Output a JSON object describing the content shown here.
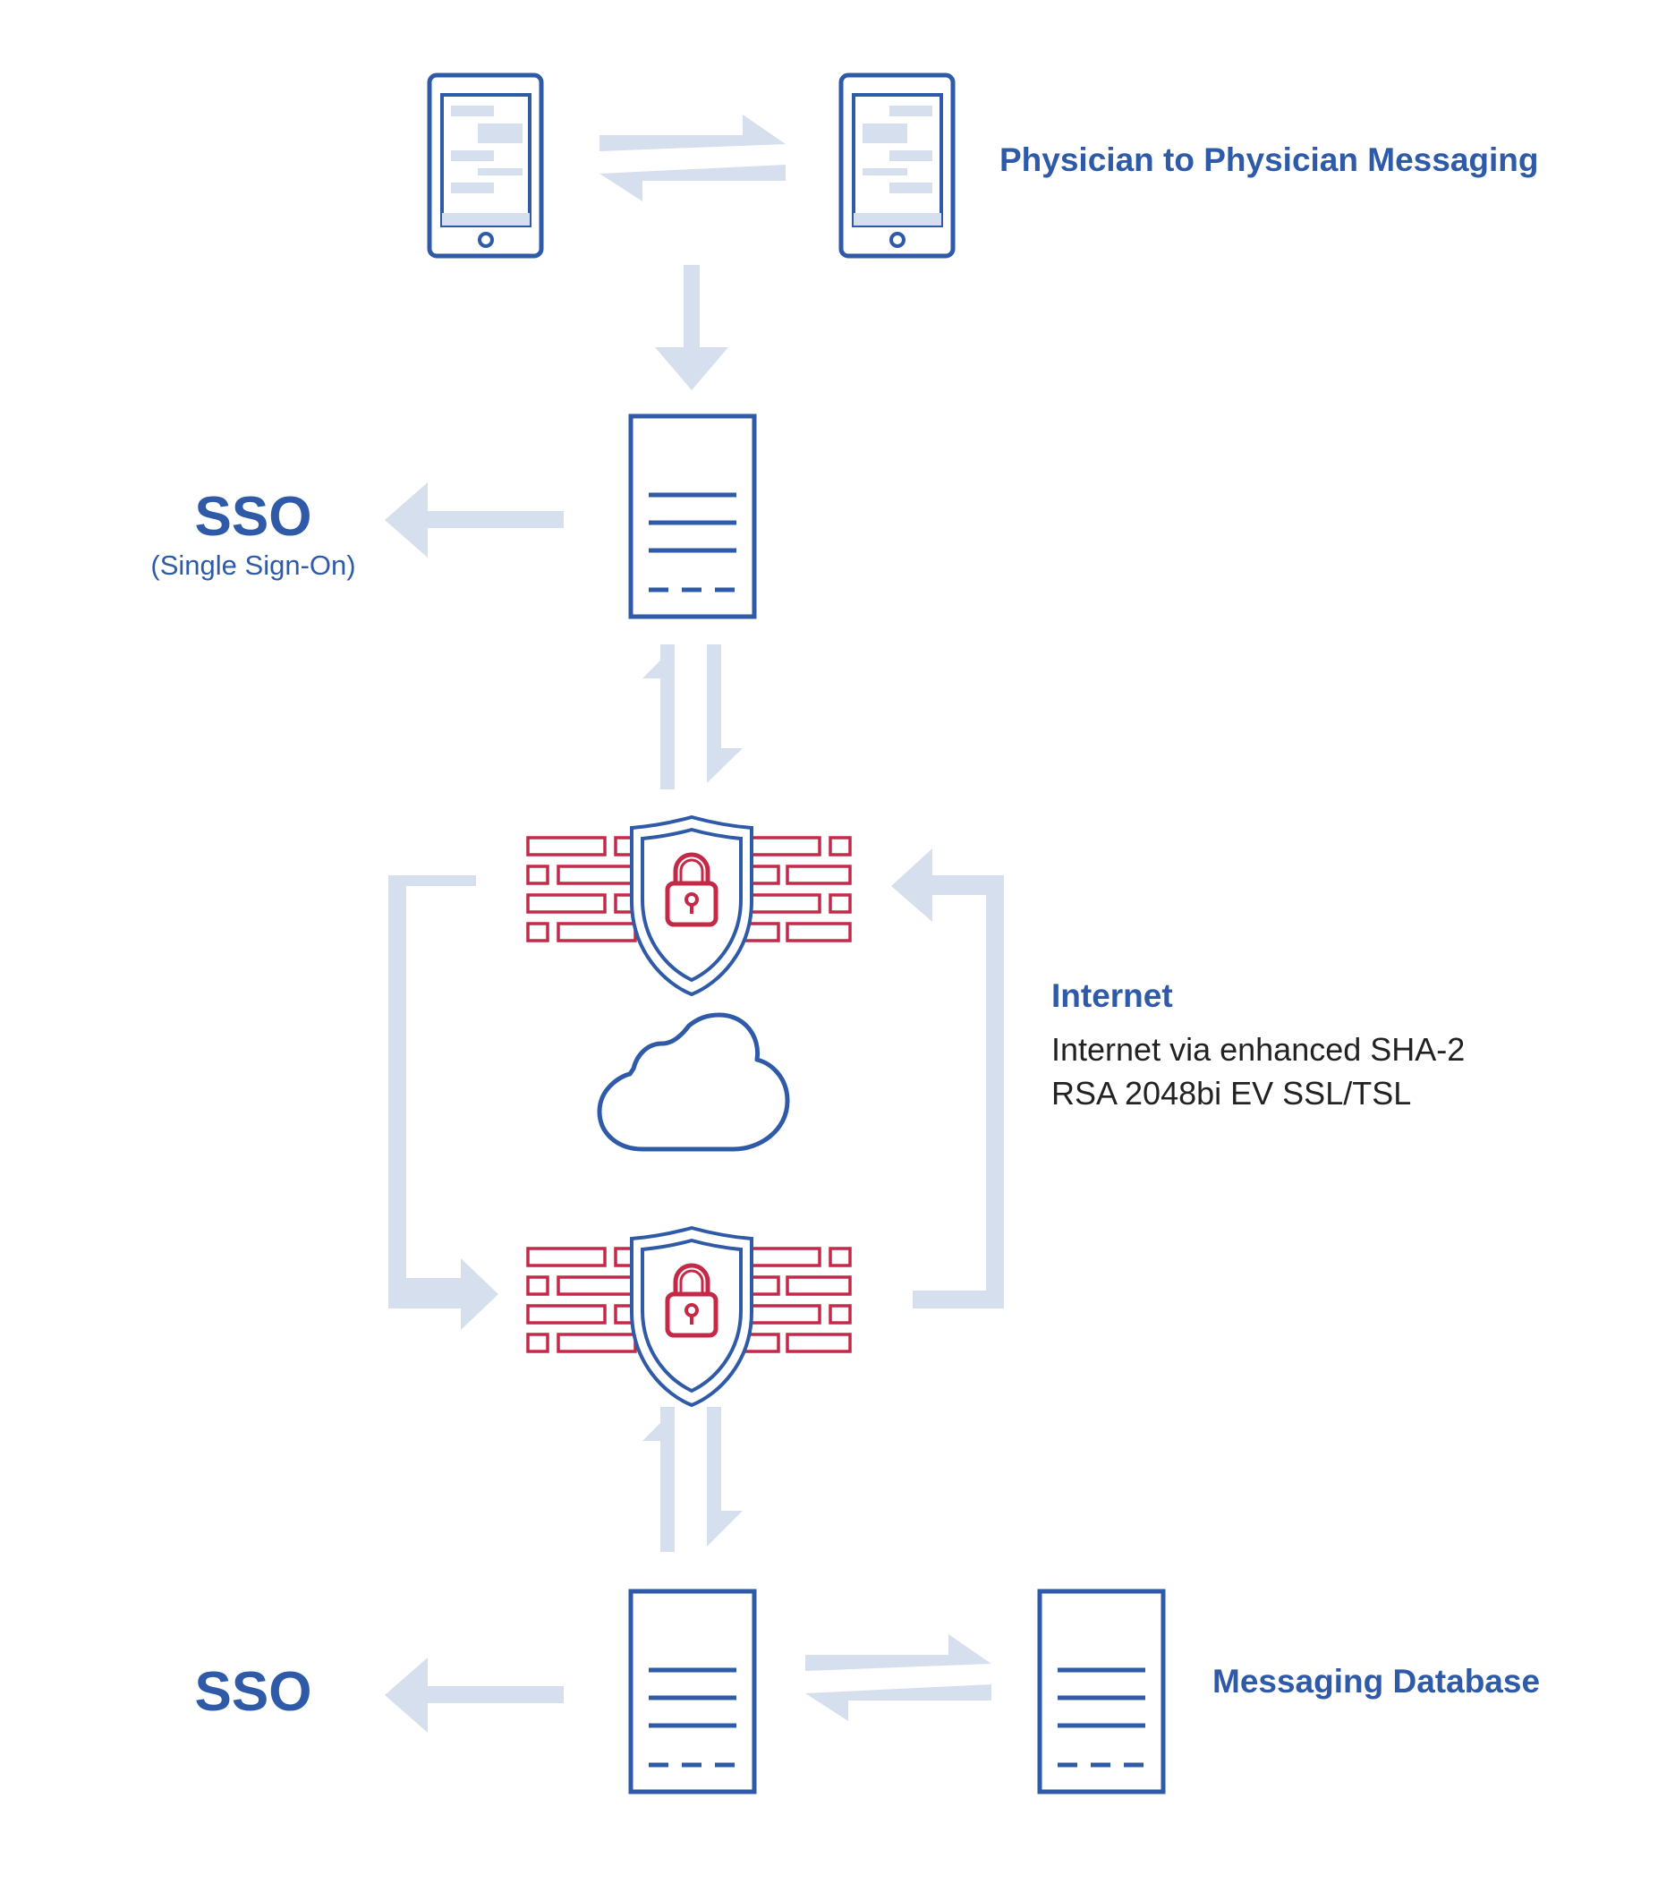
{
  "labels": {
    "messaging_title": "Physician to Physician Messaging",
    "sso_top": "SSO",
    "sso_top_sub": "(Single Sign-On)",
    "internet_title": "Internet",
    "internet_line1": "Internet via enhanced SHA-2",
    "internet_line2": "RSA 2048bi EV SSL/TSL",
    "sso_bottom": "SSO",
    "database_title": "Messaging Database"
  },
  "colors": {
    "primary_blue": "#2e5aa8",
    "arrow_light": "#d6dfee",
    "firewall_red": "#c42a48",
    "text_dark": "#222222"
  },
  "icons": [
    "tablet-icon",
    "server-icon",
    "firewall-shield-icon",
    "padlock-icon",
    "cloud-icon",
    "database-server-icon"
  ]
}
